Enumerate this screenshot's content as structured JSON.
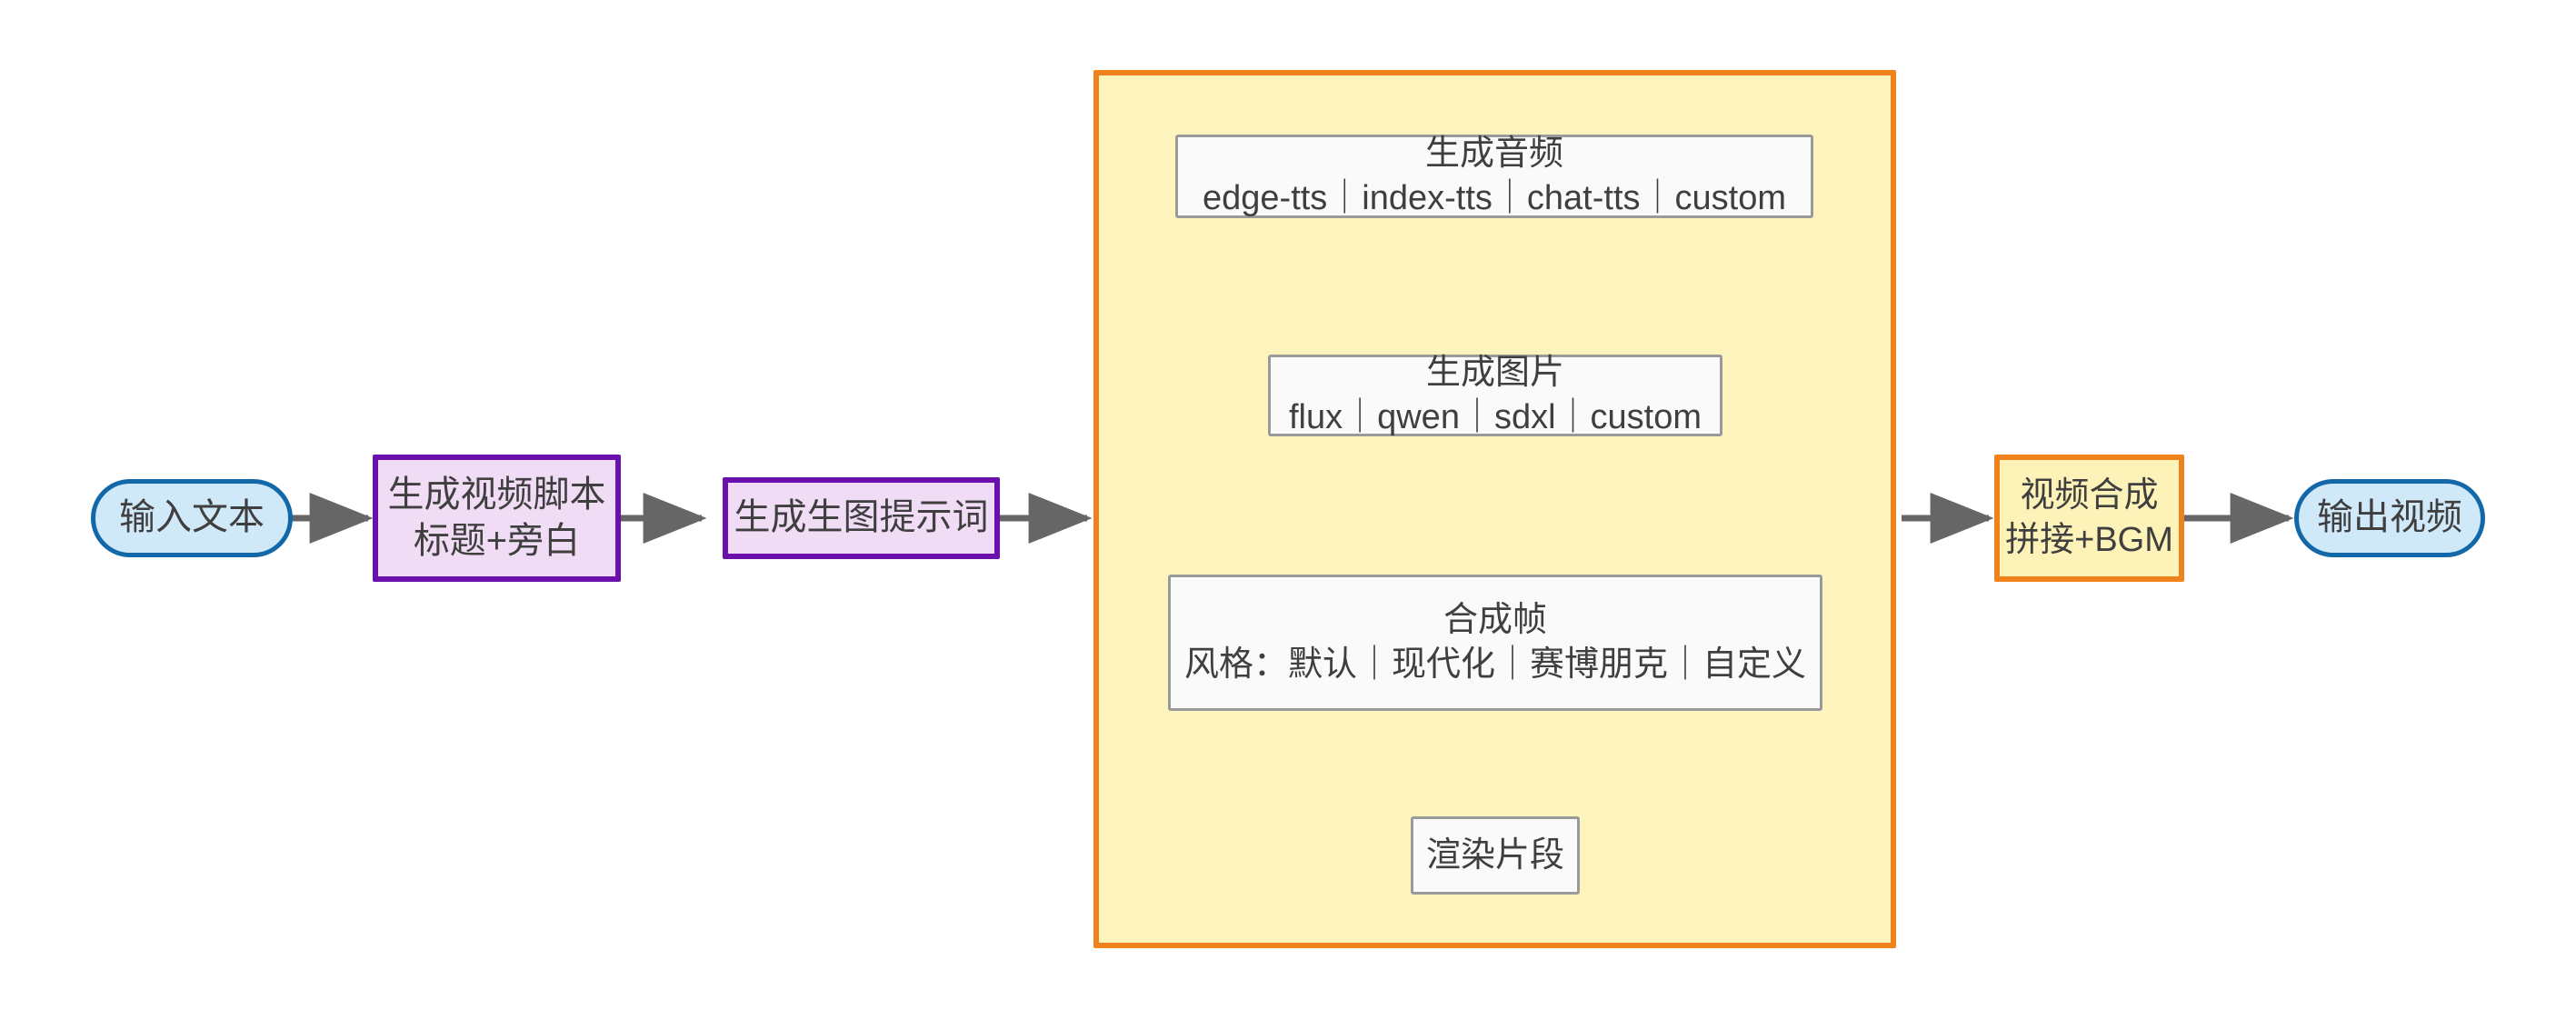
{
  "diagram": {
    "type": "flowchart",
    "direction": "left-to-right",
    "background_color": "#ffffff",
    "colors": {
      "terminal_fill": "#cfe9f9",
      "terminal_stroke": "#1268a8",
      "process_fill": "#f0dcf5",
      "process_stroke": "#6a11ad",
      "accent_fill": "#fdf2b8",
      "accent_stroke": "#f0821e",
      "subgraph_fill": "#fcf3bd",
      "subgraph_stroke": "#f0821e",
      "plain_fill": "#fafafa",
      "plain_stroke": "#9a9a9a",
      "edge_stroke": "#666666",
      "text": "#3f3f3f"
    }
  },
  "nodes": {
    "input_text": {
      "label": "输入文本",
      "shape": "stadium"
    },
    "script": {
      "line1": "生成视频脚本",
      "line2": "标题+旁白",
      "shape": "rect"
    },
    "prompt": {
      "label": "生成生图提示词",
      "shape": "rect"
    },
    "audio": {
      "line1": "生成音频",
      "line2": "edge-tts｜index-tts｜chat-tts｜custom",
      "shape": "rect"
    },
    "image": {
      "line1": "生成图片",
      "line2": "flux｜qwen｜sdxl｜custom",
      "shape": "rect"
    },
    "frame": {
      "line1": "合成帧",
      "line2": "风格：默认｜现代化｜赛博朋克｜自定义",
      "shape": "rect"
    },
    "render": {
      "label": "渲染片段",
      "shape": "rect"
    },
    "compose": {
      "line1": "视频合成",
      "line2": "拼接+BGM",
      "shape": "rect"
    },
    "output_video": {
      "label": "输出视频",
      "shape": "stadium"
    }
  },
  "edges": [
    {
      "from": "input_text",
      "to": "script",
      "style": "arrow"
    },
    {
      "from": "script",
      "to": "prompt",
      "style": "arrow"
    },
    {
      "from": "prompt",
      "to": "pipeline_subgraph",
      "style": "arrow"
    },
    {
      "from": "audio",
      "to": "image",
      "style": "arrow"
    },
    {
      "from": "image",
      "to": "frame",
      "style": "arrow"
    },
    {
      "from": "frame",
      "to": "render",
      "style": "arrow"
    },
    {
      "from": "pipeline_subgraph",
      "to": "compose",
      "style": "arrow"
    },
    {
      "from": "compose",
      "to": "output_video",
      "style": "arrow"
    }
  ]
}
